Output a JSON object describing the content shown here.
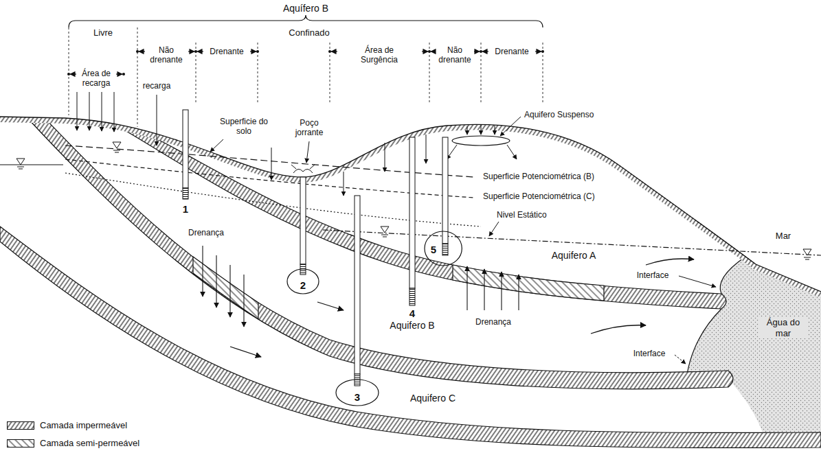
{
  "diagram": {
    "nodes": [
      {
        "text": [
          "2"
        ]
      },
      {
        "text": [
          "3"
        ]
      },
      {
        "text": [
          "5"
        ]
      }
    ],
    "labels": [
      "Aquífero B",
      "Livre",
      "Confinado",
      "Não drenante",
      "Drenante",
      "Área de Surgência",
      "Não drenante",
      "Drenante",
      "Área de recarga",
      "recarga",
      "Superficie do solo",
      "Aquifero Suspenso",
      "Poço jorrante",
      "Superficie Potenciométrica (B)",
      "Superficie Potenciométrica (C)",
      "Nivel Estático",
      "Mar",
      "1",
      "Drenança",
      "Aquifero A",
      "Interface",
      "4",
      "Aquifero B",
      "Drenança",
      "Interface",
      "Água do mar",
      "Aquifero C"
    ],
    "legend": [
      {
        "text": "Camada impermeável"
      },
      {
        "text": "Camada semi-permeável"
      }
    ]
  }
}
